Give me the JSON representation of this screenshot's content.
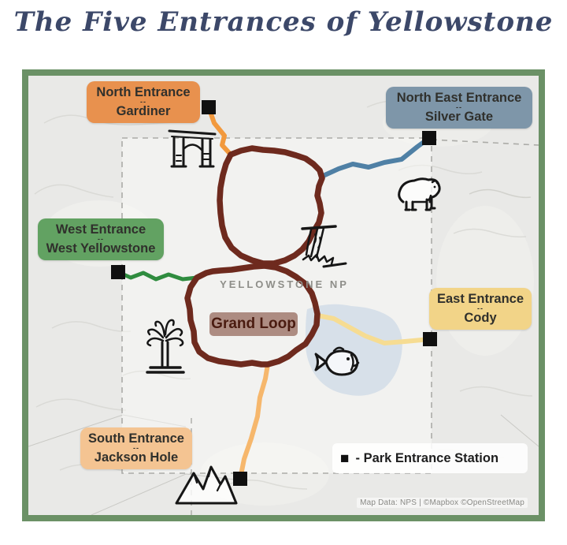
{
  "title": "The Five Entrances of Yellowstone",
  "map": {
    "park_label": "YELLOWSTONE NP",
    "grand_loop_label": "Grand Loop",
    "grand_loop_color": "#6E2A1E",
    "entrances": [
      {
        "name": "North Entrance",
        "separator": "--",
        "town": "Gardiner",
        "badge_color": "#E8914E",
        "route_color": "#F2993D"
      },
      {
        "name": "North East Entrance",
        "separator": "--",
        "town": "Silver Gate",
        "badge_color": "#7E96A9",
        "route_color": "#4F80A5"
      },
      {
        "name": "West Entrance",
        "separator": "--",
        "town": "West Yellowstone",
        "badge_color": "#62A262",
        "route_color": "#2F8C3F"
      },
      {
        "name": "East Entrance",
        "separator": "--",
        "town": "Cody",
        "badge_color": "#F2D488",
        "route_color": "#F6DC92"
      },
      {
        "name": "South Entrance",
        "separator": "--",
        "town": "Jackson Hole",
        "badge_color": "#F4C492",
        "route_color": "#F6B76C"
      }
    ],
    "legend": {
      "marker_glyph": "■",
      "label": "- Park Entrance Station"
    },
    "attribution": "Map Data: NPS | ©Mapbox ©OpenStreetMap",
    "icons": {
      "north": "roosevelt-arch-icon",
      "northeast": "bison-icon",
      "center": "waterfall-icon",
      "west": "geyser-icon",
      "lake": "fish-icon",
      "south": "mountains-icon"
    },
    "colors": {
      "frame": "#6B9166",
      "title": "#3C4869",
      "lake": "#D4DEE8",
      "map_bg": "#E9E9E7"
    }
  }
}
